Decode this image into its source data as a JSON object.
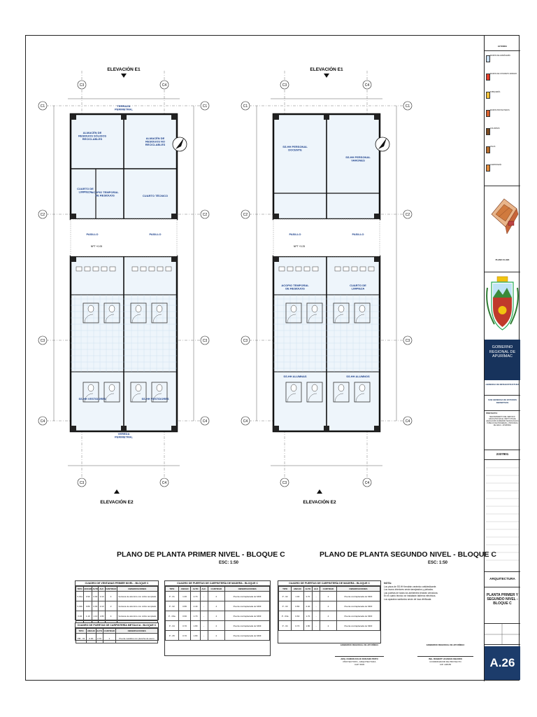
{
  "plans": {
    "left": {
      "elevation_top": "ELEVACIÓN E1",
      "elevation_bottom": "ELEVACIÓN E2",
      "title": "PLANO DE PLANTA PRIMER NIVEL - BLOQUE C",
      "scale": "ESC: 1:50",
      "col_labels": [
        "C3",
        "C4"
      ],
      "row_labels": [
        "C1",
        "C2",
        "C3",
        "C4"
      ],
      "rooms": [
        "ALMACÉN DE RESIDUOS SÓLIDOS RECICLABLES",
        "ALMACÉN DE RESIDUOS NO RECICLABLES",
        "CUARTO DE LIMPIEZA",
        "ACOPIO TEMPORAL DE RESIDUOS",
        "CUARTO TÉCNICO",
        "PASILLO",
        "PASILLO",
        "SS.HH VESTIDORES",
        "SS.HH VESTIDORES",
        "TERRAZA PERIMETRAL",
        "VEREDA PERIMETRAL"
      ],
      "level": "NPT +0.05"
    },
    "right": {
      "elevation_top": "ELEVACIÓN E1",
      "elevation_bottom": "ELEVACIÓN E2",
      "title": "PLANO DE PLANTA SEGUNDO NIVEL - BLOQUE C",
      "scale": "ESC: 1:50",
      "col_labels": [
        "C3",
        "C4"
      ],
      "row_labels": [
        "C1",
        "C2",
        "C3",
        "C4"
      ],
      "rooms": [
        "SS.HH PERSONAL DOCENTE",
        "SS.HH PERSONAL VARONES",
        "PASILLO",
        "PASILLO",
        "ACOPIO TEMPORAL DE RESIDUOS",
        "CUARTO DE LIMPIEZA",
        "SS.HH ALUMNAS",
        "SS.HH ALUMNOS"
      ],
      "level": "NPT +3.25"
    }
  },
  "tables": {
    "ventanas": {
      "title": "CUADRO DE VENTANAS PRIMER NIVEL - BLOQUE C",
      "headers": [
        "TIPO",
        "ANCHO",
        "ALTO",
        "ALF.",
        "CANTIDAD",
        "OBSERVACIONES"
      ],
      "rows": [
        [
          "V-01a",
          "0.90",
          "0.90",
          "2.10",
          "4",
          "Ventana de aluminio con vidrio templado"
        ],
        [
          "V-01b",
          "0.80",
          "0.90",
          "2.10",
          "2",
          "Ventana de aluminio con vidrio templado"
        ],
        [
          "V-02",
          "1.10",
          "1.10",
          "1.80",
          "4",
          "Ventana de aluminio con vidrio templado"
        ],
        [
          "V-03",
          "0.80",
          "0.60",
          "2.40",
          "4",
          "Ventana de aluminio con vidrio templado"
        ]
      ]
    },
    "metalica": {
      "title": "CUADRO DE PUERTAS DE CARPINTERÍA METÁLICA - BLOQUE C",
      "headers": [
        "TIPO",
        "ANCHO",
        "ALTO",
        "CANTIDAD",
        "OBSERVACIONES"
      ],
      "rows": [
        [
          "PM - 01",
          "0.90",
          "2.70",
          "1",
          "Puerta metálica con plancha de acero"
        ]
      ]
    },
    "madera1": {
      "title": "CUADRO DE PUERTAS DE CARPINTERÍA DE MADERA - BLOQUE C",
      "headers": [
        "TIPO",
        "ANCHO",
        "ALTO",
        "ALF.",
        "CANTIDAD",
        "OBSERVACIONES"
      ],
      "rows": [
        [
          "P - 01",
          "1.00",
          "2.70",
          "-",
          "2",
          "Puerta contraplacada de MDF"
        ],
        [
          "P - 02",
          "0.80",
          "2.40",
          "-",
          "4",
          "Puerta contraplacada de MDF"
        ],
        [
          "P - 03a",
          "0.60",
          "1.70",
          "-",
          "4",
          "Puerta contraplacada de MDF"
        ],
        [
          "P - 04",
          "0.70",
          "1.80",
          "-",
          "2",
          "Puerta contraplacada de MDF"
        ],
        [
          "P - 05",
          "0.70",
          "1.80",
          "-",
          "2",
          "Puerta contraplacada de MDF"
        ]
      ]
    },
    "madera2": {
      "title": "CUADRO DE PUERTAS DE CARPINTERÍA DE MADERA - BLOQUE C",
      "headers": [
        "TIPO",
        "ANCHO",
        "ALTO",
        "ALF.",
        "CANTIDAD",
        "OBSERVACIONES"
      ],
      "rows": [
        [
          "P - 02",
          "1.00",
          "2.70",
          "-",
          "2",
          "Puerta contraplacada de MDF"
        ],
        [
          "P - 03",
          "0.80",
          "2.40",
          "-",
          "4",
          "Puerta contraplacada de MDF"
        ],
        [
          "P - 03a",
          "0.60",
          "1.70",
          "-",
          "4",
          "Puerta contraplacada de MDF"
        ],
        [
          "P - 04",
          "0.70",
          "1.80",
          "-",
          "2",
          "Puerta contraplacada de MDF"
        ]
      ]
    }
  },
  "notes": {
    "heading": "NOTA:",
    "lines": [
      "Los pisos de SS.HH tendrán cerámico antideslizante.",
      "Los muros interiores serán tarrajeados y pintados.",
      "Las puertas de todos los ambientes tendrán cerradura.",
      "En el cuarto técnico se instalarán tableros eléctricos.",
      "Los aparatos sanitarios serán de losa vitrificada."
    ]
  },
  "signatures": [
    {
      "org": "GOBIERNO REGIONAL DE APURÍMAC",
      "name": "ARQ. RAMON DULIO DURAND PINTO",
      "role": "PROYECTISTA - ARQUITECTURA",
      "cap": "CAP. 5603"
    },
    {
      "org": "GOBIERNO REGIONAL DE APURÍMAC",
      "name": "ING. ROBERT HUAMAN OBANDO",
      "role": "COORDINADOR DE PROYECTO",
      "cap": "CIP. 138155"
    }
  ],
  "titleblock": {
    "legend_title": "LEYENDA",
    "legend_items": [
      {
        "label": "MUROS DE ALBAÑILERÍA",
        "color": "#c9dff2"
      },
      {
        "label": "MUROS DE CONCRETO ARMADO",
        "color": "#e43f2a"
      },
      {
        "label": "TABIQUERÍA",
        "color": "#f2c13a"
      },
      {
        "label": "MUROS PROYECTADOS",
        "color": "#d7612e"
      },
      {
        "label": "COLUMNAS",
        "color": "#7a4a20"
      },
      {
        "label": "VIGAS",
        "color": "#b56b2a"
      },
      {
        "label": "CARPINTERÍA",
        "color": "#e08a3c"
      }
    ],
    "key_plan_label": "PLANO CLAVE",
    "gov_name": "GOBIERNO REGIONAL DE APURÍMAC",
    "gerencia": "GERENCIA DE INFRAESTRUCTURA",
    "sub_gerencia": "SUB GERENCIA DE ESTUDIOS DEFINITIVOS",
    "project_label": "PROYECTO:",
    "project": "MEJORAMIENTO DEL SERVICIO EDUCATIVO EN EL INSTITUTO DE EDUCACIÓN SUPERIOR TECNOLÓGICO PÚBLICO DE PROGRESO - PROVINCIA DE GRAU - APURÍMAC",
    "cui": "2337801",
    "specialty": "ARQUITECTURA",
    "sheet_title": "PLANTA PRIMER Y SEGUNDO NIVEL - BLOQUE C",
    "sheet_number": "A.26"
  }
}
